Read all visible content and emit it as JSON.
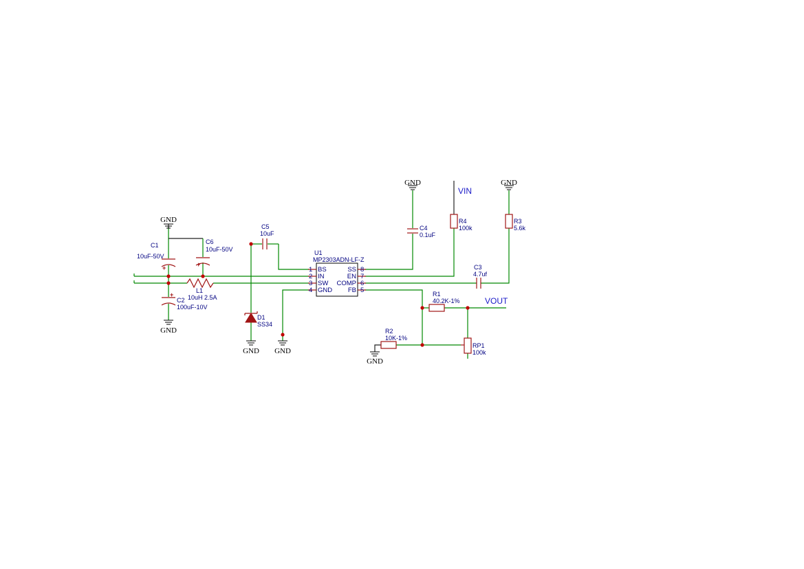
{
  "nets": {
    "gnd": "GND",
    "vin": "VIN",
    "vout": "VOUT"
  },
  "capacitor_polarity": "+",
  "components": {
    "u1": {
      "ref": "U1",
      "value": "MP2303ADN-LF-Z",
      "pins_left": [
        {
          "num": "1",
          "name": "BS"
        },
        {
          "num": "2",
          "name": "IN"
        },
        {
          "num": "3",
          "name": "SW"
        },
        {
          "num": "4",
          "name": "GND"
        }
      ],
      "pins_right": [
        {
          "num": "8",
          "name": "SS"
        },
        {
          "num": "7",
          "name": "EN"
        },
        {
          "num": "6",
          "name": "COMP"
        },
        {
          "num": "5",
          "name": "FB"
        }
      ]
    },
    "c1": {
      "ref": "C1",
      "value": "10uF-50V"
    },
    "c2": {
      "ref": "C2",
      "value": "100uF-10V"
    },
    "c3": {
      "ref": "C3",
      "value": "4.7uf"
    },
    "c4": {
      "ref": "C4",
      "value": "0.1uF"
    },
    "c5": {
      "ref": "C5",
      "value": "10uF"
    },
    "c6": {
      "ref": "C6",
      "value": "10uF-50V"
    },
    "l1": {
      "ref": "L1",
      "value": "10uH 2.5A"
    },
    "d1": {
      "ref": "D1",
      "value": "SS34"
    },
    "r1": {
      "ref": "R1",
      "value": "40.2K-1%"
    },
    "r2": {
      "ref": "R2",
      "value": "10K-1%"
    },
    "r3": {
      "ref": "R3",
      "value": "5.6k"
    },
    "r4": {
      "ref": "R4",
      "value": "100k"
    },
    "rp1": {
      "ref": "RP1",
      "value": "100k"
    }
  },
  "colors": {
    "wire": "#008800",
    "component": "#a01414",
    "junction": "#c00000",
    "text": "#000080",
    "net_label": "#1a1ac8"
  }
}
